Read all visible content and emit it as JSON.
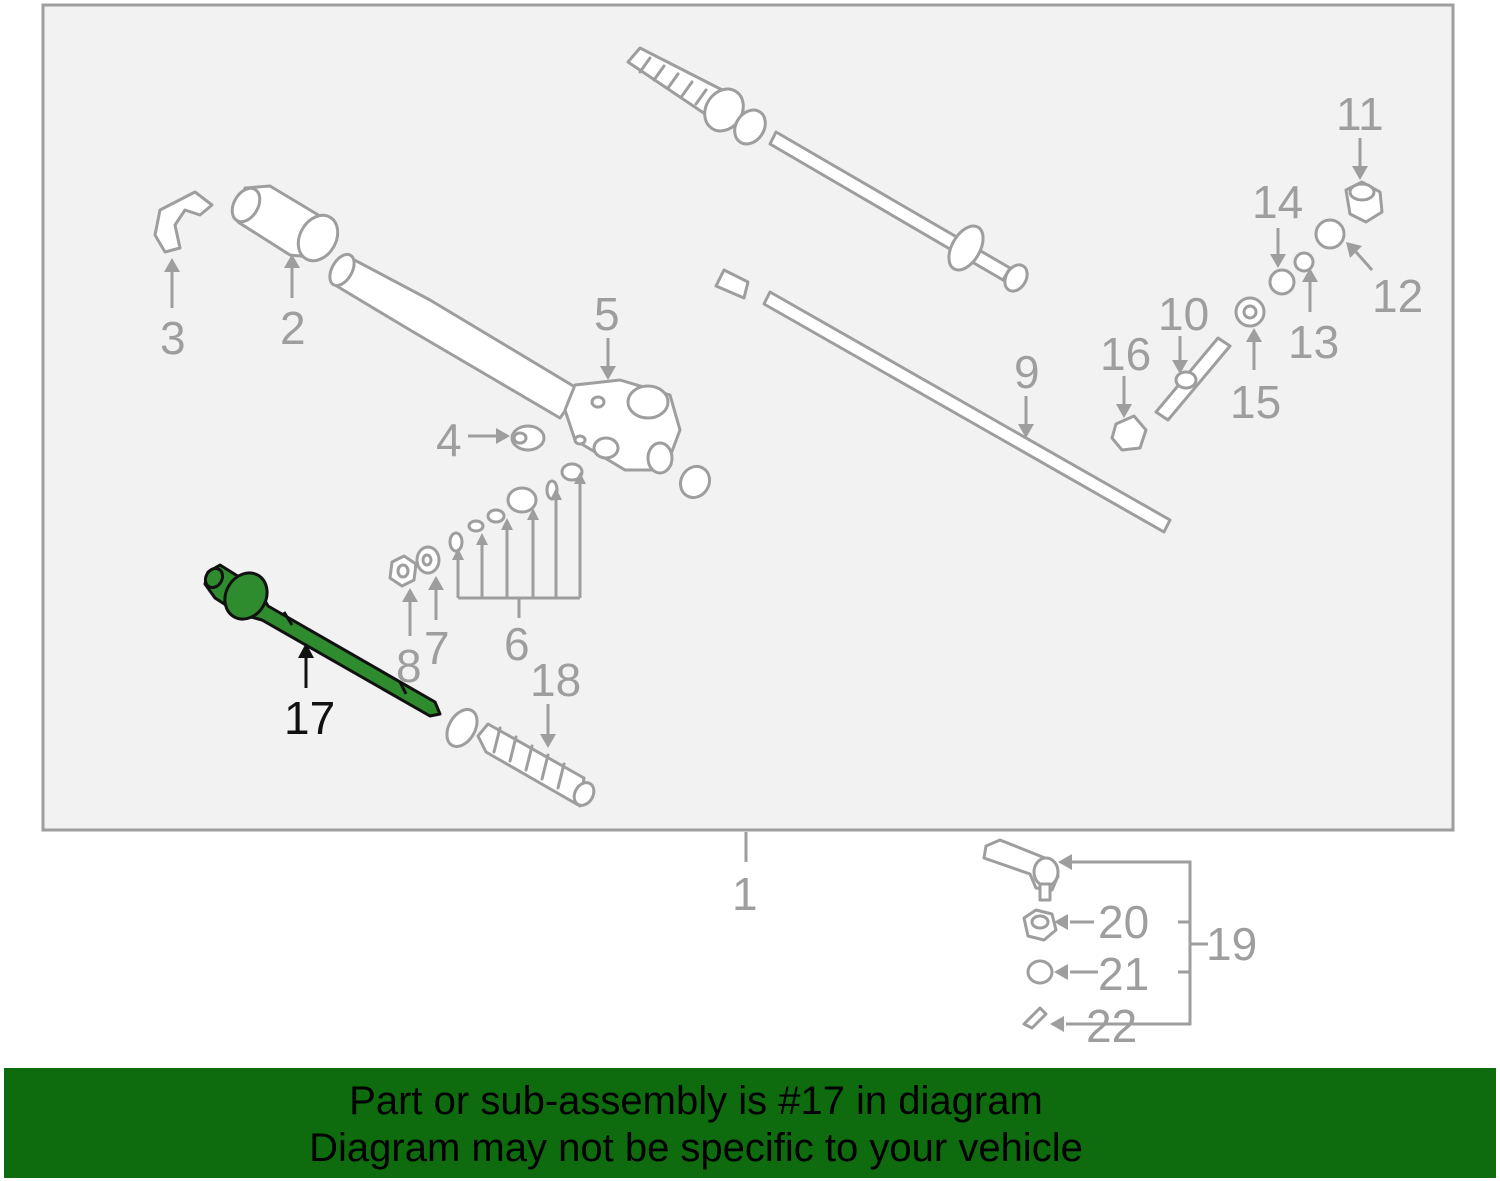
{
  "diagram": {
    "callouts": {
      "c1": "1",
      "c2": "2",
      "c3": "3",
      "c4": "4",
      "c5": "5",
      "c6": "6",
      "c7": "7",
      "c8": "8",
      "c9": "9",
      "c10": "10",
      "c11": "11",
      "c12": "12",
      "c13": "13",
      "c14": "14",
      "c15": "15",
      "c16": "16",
      "c17": "17",
      "c18": "18",
      "c19": "19",
      "c20": "20",
      "c21": "21",
      "c22": "22"
    },
    "highlighted_part": "17",
    "colors": {
      "outline": "#9e9e9e",
      "highlight_fill": "#2e8b2e",
      "highlight_outline": "#111111",
      "banner": "#0e6b0e"
    }
  },
  "banner": {
    "line1": "Part or sub-assembly is #17 in diagram",
    "line2": "Diagram may not be specific to your vehicle"
  }
}
